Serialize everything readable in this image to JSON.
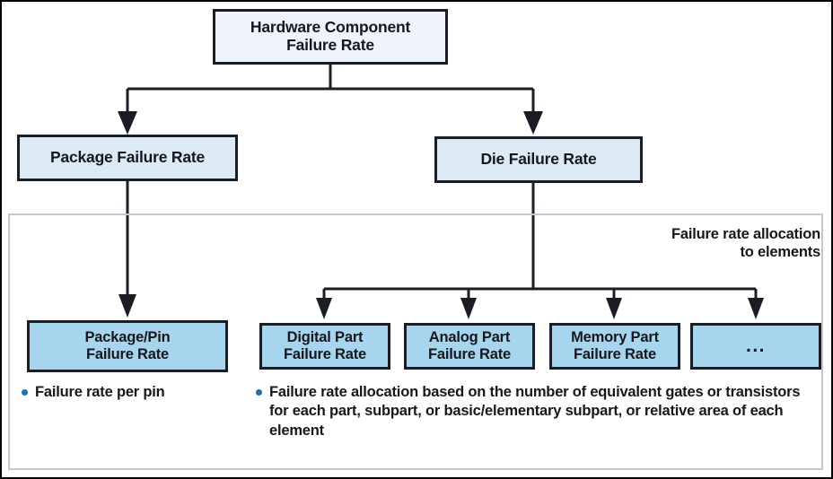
{
  "diagram": {
    "title_node": {
      "label": "Hardware Component\nFailure Rate"
    },
    "level2": [
      {
        "label": "Package Failure Rate"
      },
      {
        "label": "Die Failure Rate"
      }
    ],
    "group": {
      "caption": "Failure rate allocation\nto elements"
    },
    "leaves": [
      {
        "label": "Package/Pin\nFailure Rate"
      },
      {
        "label": "Digital Part\nFailure Rate"
      },
      {
        "label": "Analog Part\nFailure Rate"
      },
      {
        "label": "Memory Part\nFailure Rate"
      },
      {
        "label": "..."
      }
    ],
    "bullets": [
      {
        "text": "Failure rate per pin"
      },
      {
        "text": "Failure rate allocation based on the number of equivalent gates or transistors for each part, subpart, or basic/elementary subpart, or relative area of each element"
      }
    ],
    "colors": {
      "root_fill": "#eef4f9",
      "level2_fill": "#dbeaf5",
      "leaf_fill": "#a8d5ee",
      "node_border": "#1a1d26",
      "group_border": "#c3c7ce",
      "bullet_dot": "#1d6fa8",
      "text": "#16181d",
      "connector": "#1a1d26"
    }
  }
}
